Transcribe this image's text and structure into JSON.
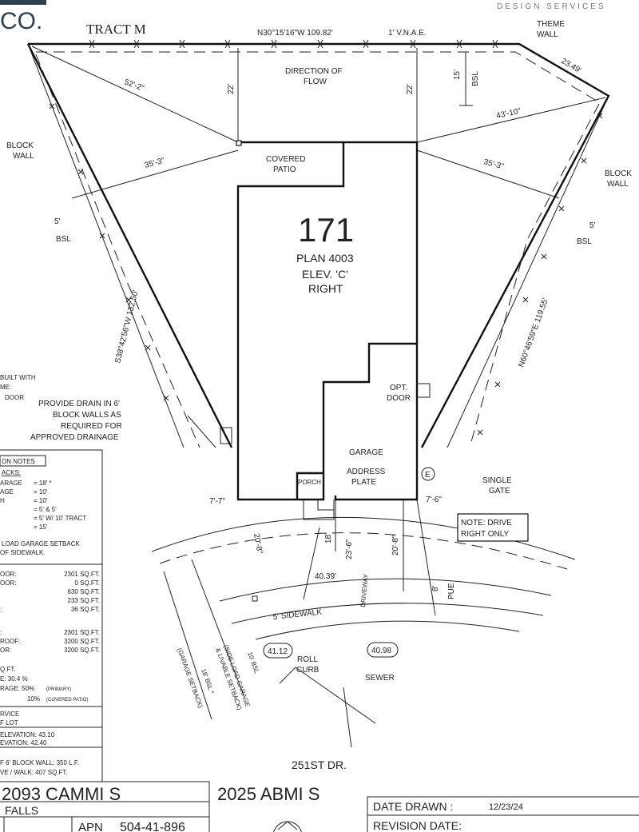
{
  "header": {
    "logo_text": "CO.",
    "company_tagline": "DESIGN SERVICES"
  },
  "plot": {
    "lot_number": "171",
    "plan": "PLAN 4003",
    "elevation": "ELEV. 'C'",
    "orientation": "RIGHT",
    "tract": "TRACT M",
    "top_bearing": "N30°15'16\"W  109.82'",
    "vnae": "1' V.N.A.E.",
    "theme_wall": [
      "THEME",
      "WALL"
    ],
    "direction_of_flow": [
      "DIRECTION OF",
      "FLOW"
    ],
    "dims": {
      "d15": "15'",
      "bsl": "BSL",
      "d22a": "22'",
      "d22b": "22'",
      "d52_2": "52'-2\"",
      "d43_10": "43'-10\"",
      "d23_49": "23.49'",
      "d35_3a": "35'-3\"",
      "d35_3b": "35'-3\"",
      "d5a": "5'",
      "bsla": "BSL",
      "d5b": "5'",
      "bslb": "BSL",
      "left_bearing": "S38°42'56\"W  132.50'",
      "right_bearing": "N60°46'59\"E  119.55'",
      "d7_7": "7'-7\"",
      "d7_6": "7'-6\"",
      "d20_8a": "20'-8\"",
      "d18": "18'",
      "d23_6": "23'-6\"",
      "d20_8b": "20'-8\"",
      "d40_39": "40.39'",
      "d8": "8'",
      "pue": "PUE",
      "sidewalk": "5' SIDEWALK",
      "el_left": "41.12",
      "el_right": "40.98"
    },
    "block_wall_left": [
      "BLOCK",
      "WALL"
    ],
    "block_wall_right": [
      "BLOCK",
      "WALL"
    ],
    "covered_patio": [
      "COVERED",
      "PATIO"
    ],
    "opt_door": [
      "OPT.",
      "DOOR"
    ],
    "garage": "GARAGE",
    "porch": "PORCH",
    "address_plate": [
      "ADDRESS",
      "PLATE"
    ],
    "electric_symbol": "E",
    "single_gate": [
      "SINGLE",
      "GATE"
    ],
    "drive_note": [
      "NOTE: DRIVE",
      "RIGHT ONLY"
    ],
    "driveway": "DRIVEWAY",
    "drain_note": [
      "PROVIDE DRAIN IN 6'",
      "BLOCK WALLS AS",
      "REQUIRED FOR",
      "APPROVED DRAINAGE"
    ],
    "roll_curb": [
      "ROLL",
      "CURB"
    ],
    "sewer": "SEWER",
    "street": "251ST DR.",
    "setback_left": [
      "10' BSL",
      "(SIDE LOAD GARAGE",
      "& LIVABLE SETBACK)",
      "18' BSL *",
      "(GARAGE SETBACK)"
    ]
  },
  "left_notes": {
    "partial_top": [
      "BUILT WITH",
      "ME:",
      "DOOR"
    ],
    "title": "ON NOTES",
    "setbacks_heading": "ACKS:",
    "setbacks": [
      {
        "label": "ARAGE",
        "value": "= 18' *"
      },
      {
        "label": "AGE",
        "value": "= 10'"
      },
      {
        "label": "H",
        "value": "= 10'"
      },
      {
        "label": "",
        "value": "= 5' & 5'"
      },
      {
        "label": "",
        "value": "= 5' W/ 10' TRACT"
      },
      {
        "label": "",
        "value": "= 15'"
      }
    ],
    "setback_note": [
      "LOAD GARAGE SETBACK",
      "OF SIDEWALK."
    ],
    "areas": [
      {
        "label": "OOR:",
        "value": "2301 SQ.FT."
      },
      {
        "label": "OOR:",
        "value": "0 SQ.FT."
      },
      {
        "label": "",
        "value": "630 SQ.FT."
      },
      {
        "label": "",
        "value": "233 SQ.FT."
      },
      {
        "label": ":",
        "value": "36 SQ.FT."
      }
    ],
    "areas2": [
      {
        "label": ":",
        "value": "2301 SQ.FT."
      },
      {
        "label": "ROOF:",
        "value": "3200 SQ.FT."
      },
      {
        "label": "OR:",
        "value": "3200 SQ.FT."
      }
    ],
    "coverage": [
      "Q.FT.",
      "E:    30.4 %",
      "RAGE: 50%",
      "(PRIMARY)",
      "10%",
      "(COVERED PATIO)"
    ],
    "service": [
      "RVICE",
      "F LOT"
    ],
    "elevation": [
      "ELEVATION: 43.10",
      "EVATION:    42.40"
    ],
    "quantities": [
      "F 6' BLOCK WALL:  350 L.F.",
      "VE / WALK:    407 SQ.FT."
    ]
  },
  "title_block": {
    "address_a": "2093 CAMMI S",
    "address_b": "2025 ABMI S",
    "subdivision": "FALLS",
    "apn_label": "APN",
    "apn": "504-41-896",
    "date_drawn_label": "DATE DRAWN :",
    "date_drawn": "12/23/24",
    "revision_label": "REVISION DATE:"
  }
}
